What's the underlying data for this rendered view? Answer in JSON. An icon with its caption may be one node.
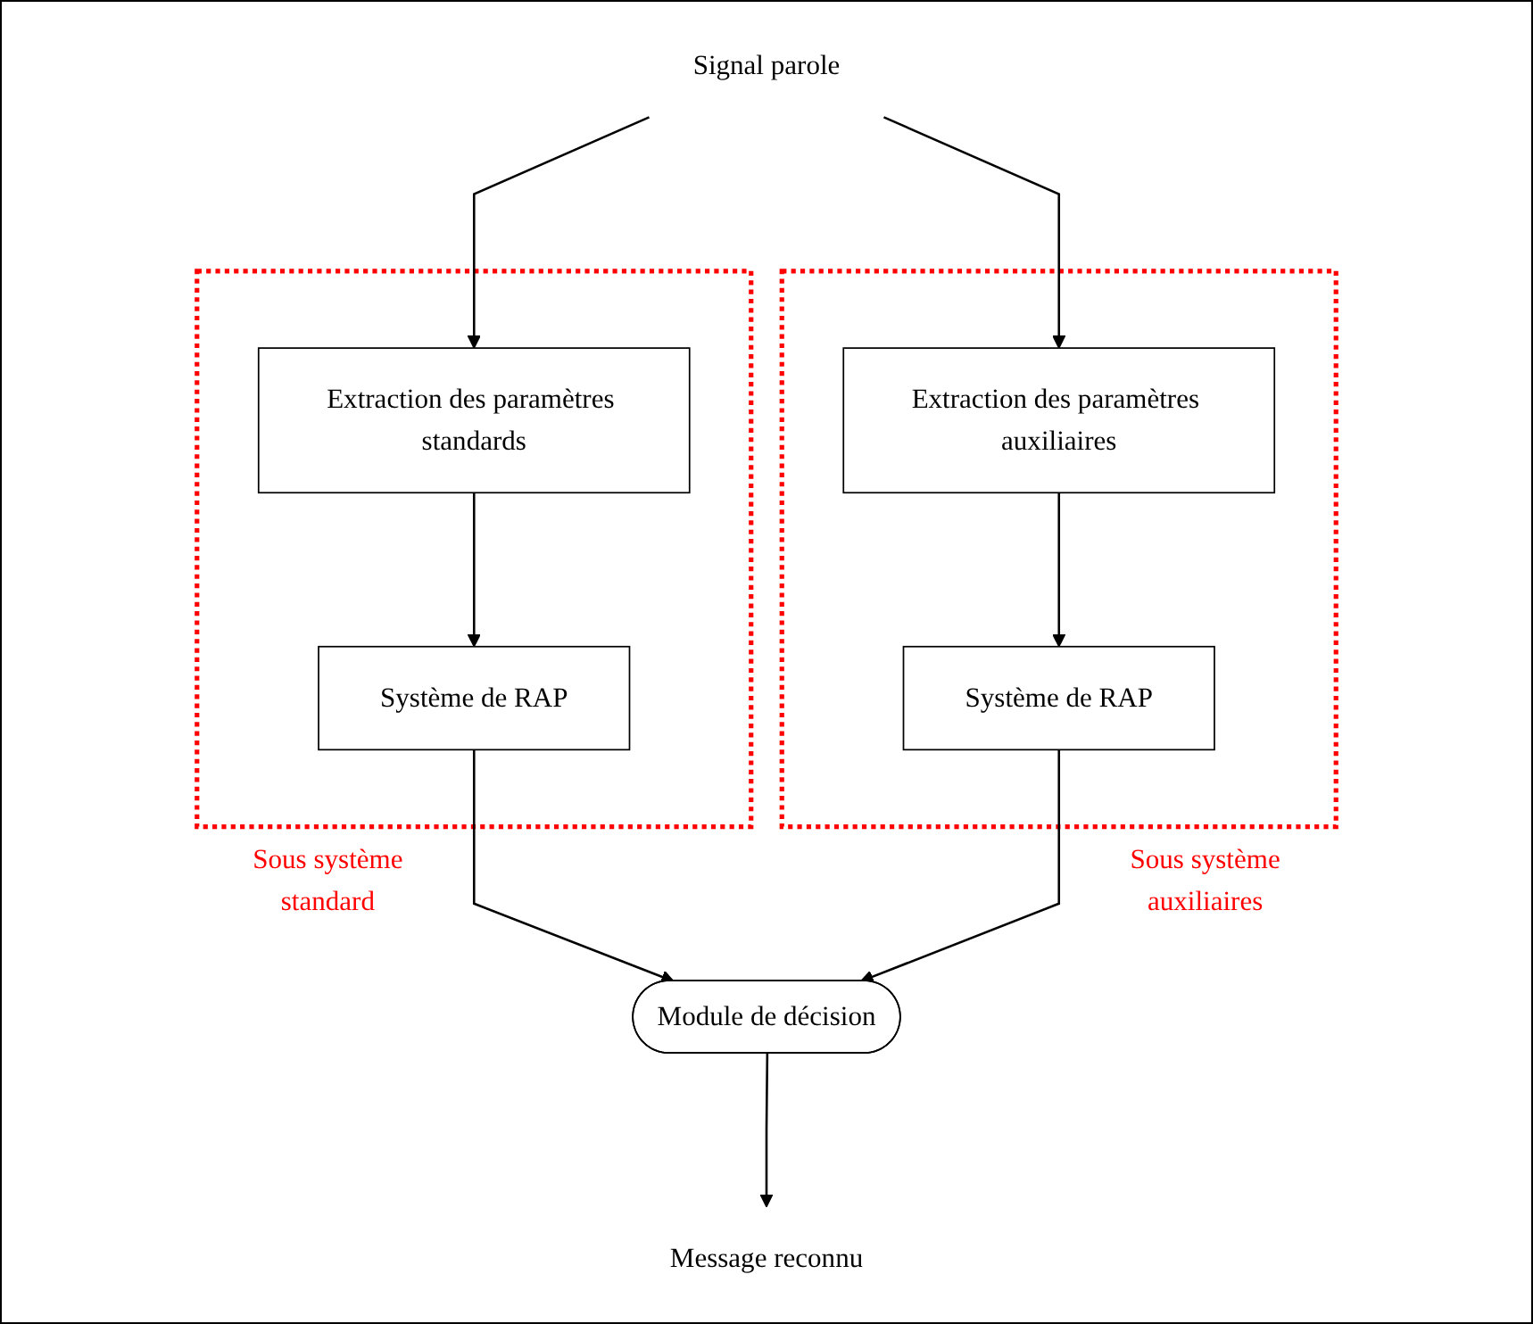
{
  "diagram": {
    "nodes": [
      {
        "text": [
          "Signal parole"
        ]
      },
      {
        "text": [
          "Sous système standard"
        ]
      },
      {
        "text": [
          "Extraction des paramètres standards"
        ],
        "in": 1
      },
      {
        "text": [
          "Système de RAP"
        ],
        "in": 1
      },
      {
        "text": [
          "Sous système auxiliaires"
        ]
      },
      {
        "text": [
          "Extraction des paramètres auxiliaires"
        ],
        "in": 4
      },
      {
        "text": [
          "Système de RAP"
        ],
        "in": 4
      },
      {
        "text": [
          "Module de décision"
        ]
      },
      {
        "text": [
          "Message reconnu"
        ]
      }
    ],
    "edges": [
      {
        "from": 0,
        "to": 2,
        "arrow": "to"
      },
      {
        "from": 0,
        "to": 5,
        "arrow": "to"
      },
      {
        "from": 2,
        "to": 3,
        "arrow": "to"
      },
      {
        "from": 5,
        "to": 6,
        "arrow": "to"
      },
      {
        "from": 3,
        "to": 7,
        "arrow": "to"
      },
      {
        "from": 6,
        "to": 7,
        "arrow": "to"
      },
      {
        "from": 7,
        "to": 8,
        "arrow": "to"
      }
    ]
  }
}
